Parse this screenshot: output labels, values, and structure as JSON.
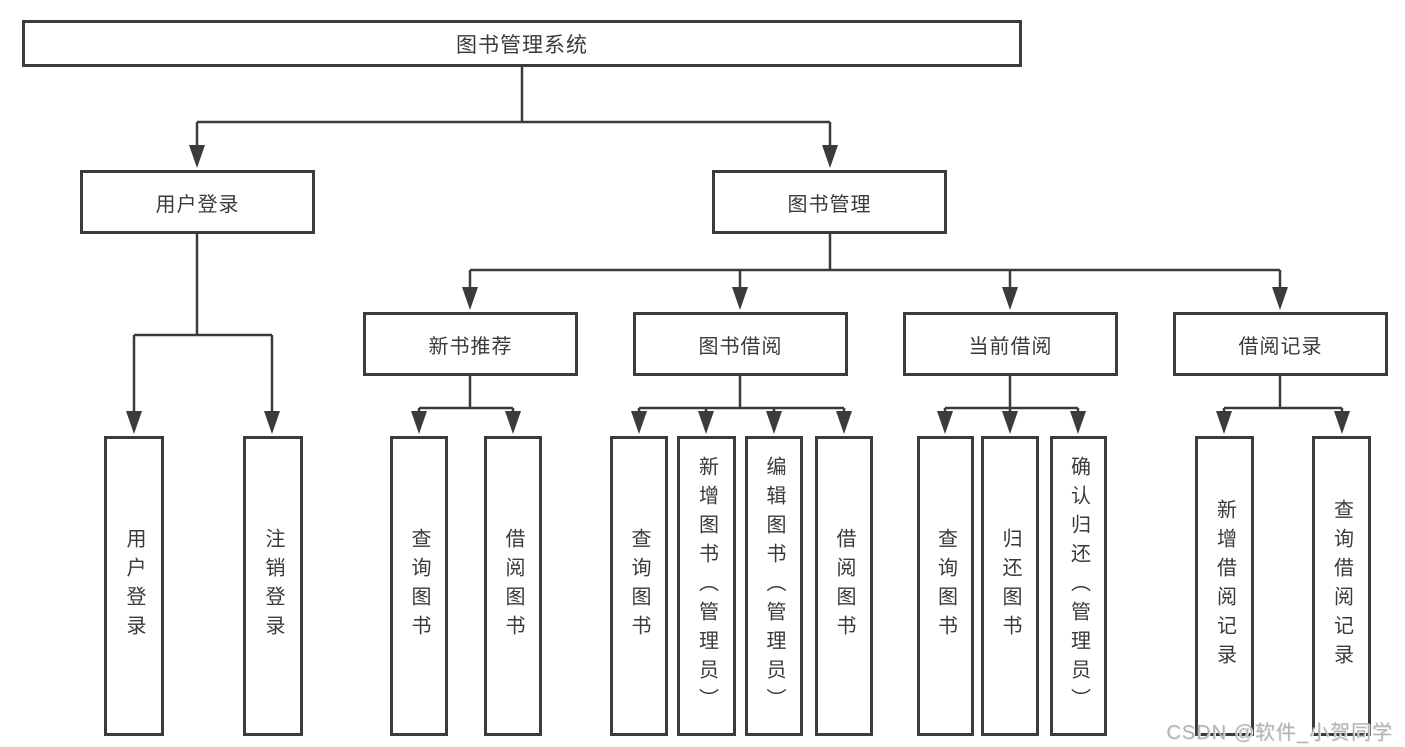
{
  "diagram": {
    "root": {
      "label": "图书管理系统"
    },
    "level2": [
      {
        "label": "用户登录",
        "children": [
          {
            "label": "用户登录"
          },
          {
            "label": "注销登录"
          }
        ]
      },
      {
        "label": "图书管理",
        "children": [
          {
            "label": "新书推荐",
            "children": [
              {
                "label": "查询图书"
              },
              {
                "label": "借阅图书"
              }
            ]
          },
          {
            "label": "图书借阅",
            "children": [
              {
                "label": "查询图书"
              },
              {
                "label": "新增图书（管理员）"
              },
              {
                "label": "编辑图书（管理员）"
              },
              {
                "label": "借阅图书"
              }
            ]
          },
          {
            "label": "当前借阅",
            "children": [
              {
                "label": "查询图书"
              },
              {
                "label": "归还图书"
              },
              {
                "label": "确认归还（管理员）"
              }
            ]
          },
          {
            "label": "借阅记录",
            "children": [
              {
                "label": "新增借阅记录"
              },
              {
                "label": "查询借阅记录"
              }
            ]
          }
        ]
      }
    ]
  },
  "watermark": {
    "text": "CSDN @软件_小贺同学"
  },
  "colors": {
    "line": "#3b3b3b",
    "text": "#3a3a3a",
    "background": "#ffffff",
    "watermark": "#b3b3b3"
  }
}
